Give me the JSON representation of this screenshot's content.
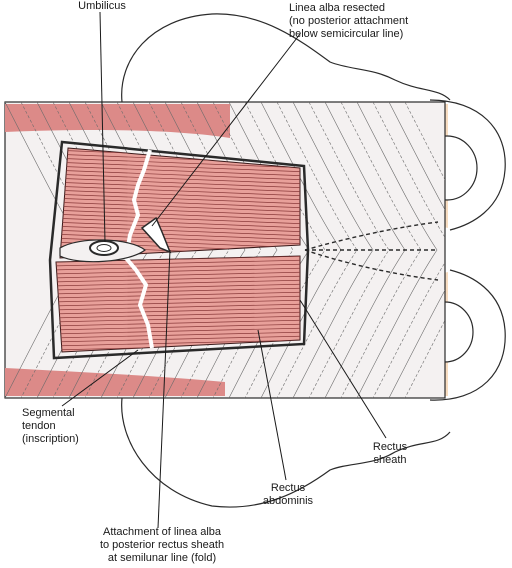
{
  "labels": {
    "umbilicus": "Umbilicus",
    "linea_alba_resected": "Linea alba resected\n(no posterior attachment\nbelow semicircular line)",
    "segmental_tendon": "Segmental\ntendon\n(inscription)",
    "rectus_sheath": "Rectus\nsheath",
    "rectus_abdominis": "Rectus\nabdominis",
    "attachment_linea_alba": "Attachment of linea alba\nto posterior rectus sheath\nat semilunar line (fold)"
  },
  "colors": {
    "muscle": "#e8a09a",
    "muscle_fiber": "#8a3a3a",
    "muscle_band": "#dc8a88",
    "sheath_panel": "#f4f1f1",
    "sheath_line": "#6b6b6b",
    "bone_fill": "#f7dcc0",
    "outline": "#2a2a2a"
  }
}
